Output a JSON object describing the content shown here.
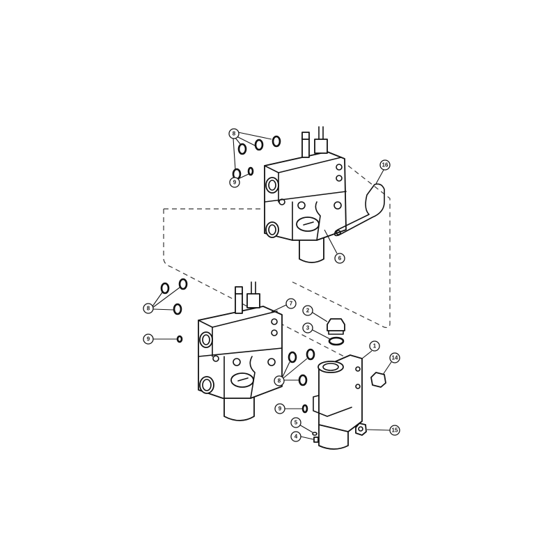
{
  "diagram": {
    "title": "Hydraulic control valve exploded view",
    "callouts": {
      "c8_top": "8",
      "c9_top": "9",
      "c16": "16",
      "c6": "6",
      "c8_left": "8",
      "c7": "7",
      "c2": "2",
      "c3": "3",
      "c9_left": "9",
      "c1": "1",
      "c14": "14",
      "c8_mid": "8",
      "c9_mid": "9",
      "c5": "5",
      "c4": "4",
      "c15": "15"
    }
  }
}
